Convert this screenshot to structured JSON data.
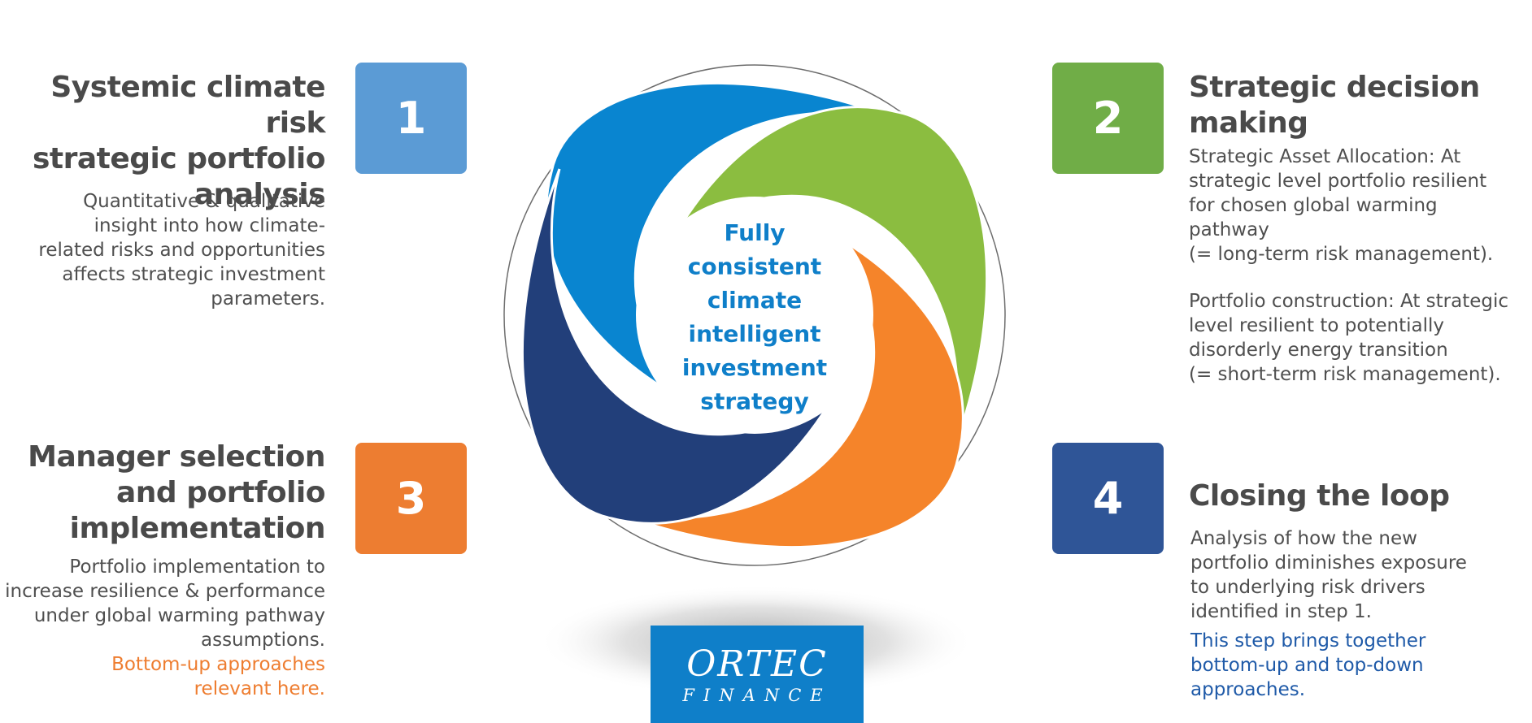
{
  "center_text": [
    "Fully",
    "consistent",
    "climate",
    "intelligent",
    "investment",
    "strategy"
  ],
  "steps": [
    {
      "number": "1",
      "title": [
        "Systemic climate risk",
        "strategic portfolio",
        "analysis"
      ],
      "body": "Quantitative & qualitative\ninsight into how climate-\nrelated risks and opportunities\naffects strategic investment\nparameters."
    },
    {
      "number": "2",
      "title": [
        "Strategic decision",
        "making"
      ],
      "body": "Strategic Asset Allocation: At\nstrategic level portfolio resilient\nfor chosen global warming\npathway\n(= long-term risk management).",
      "body2": "Portfolio construction: At strategic\nlevel resilient to potentially\ndisorderly energy transition\n(= short-term risk management)."
    },
    {
      "number": "3",
      "title": [
        "Manager selection",
        "and portfolio",
        "implementation"
      ],
      "body": "Portfolio implementation to\nincrease resilience & performance\nunder global warming pathway\nassumptions.",
      "note": "Bottom-up approaches\nrelevant here."
    },
    {
      "number": "4",
      "title": [
        "Closing the loop"
      ],
      "body": "Analysis of how the new\nportfolio diminishes exposure\nto underlying risk drivers\nidentified in step 1.",
      "note": "This step brings together\nbottom-up and top-down\napproaches."
    }
  ],
  "logo": {
    "top": "ORTEC",
    "bottom": "FINANCE"
  },
  "colors": {
    "box1": "#5b9bd5",
    "box2": "#70ad47",
    "box3": "#ed7d31",
    "box4": "#2f5597",
    "swirl_light_blue": "#0985d0",
    "swirl_green": "#8bbd40",
    "swirl_orange": "#f5842a",
    "swirl_navy": "#223f7a",
    "center_text": "#0f7fc9"
  }
}
